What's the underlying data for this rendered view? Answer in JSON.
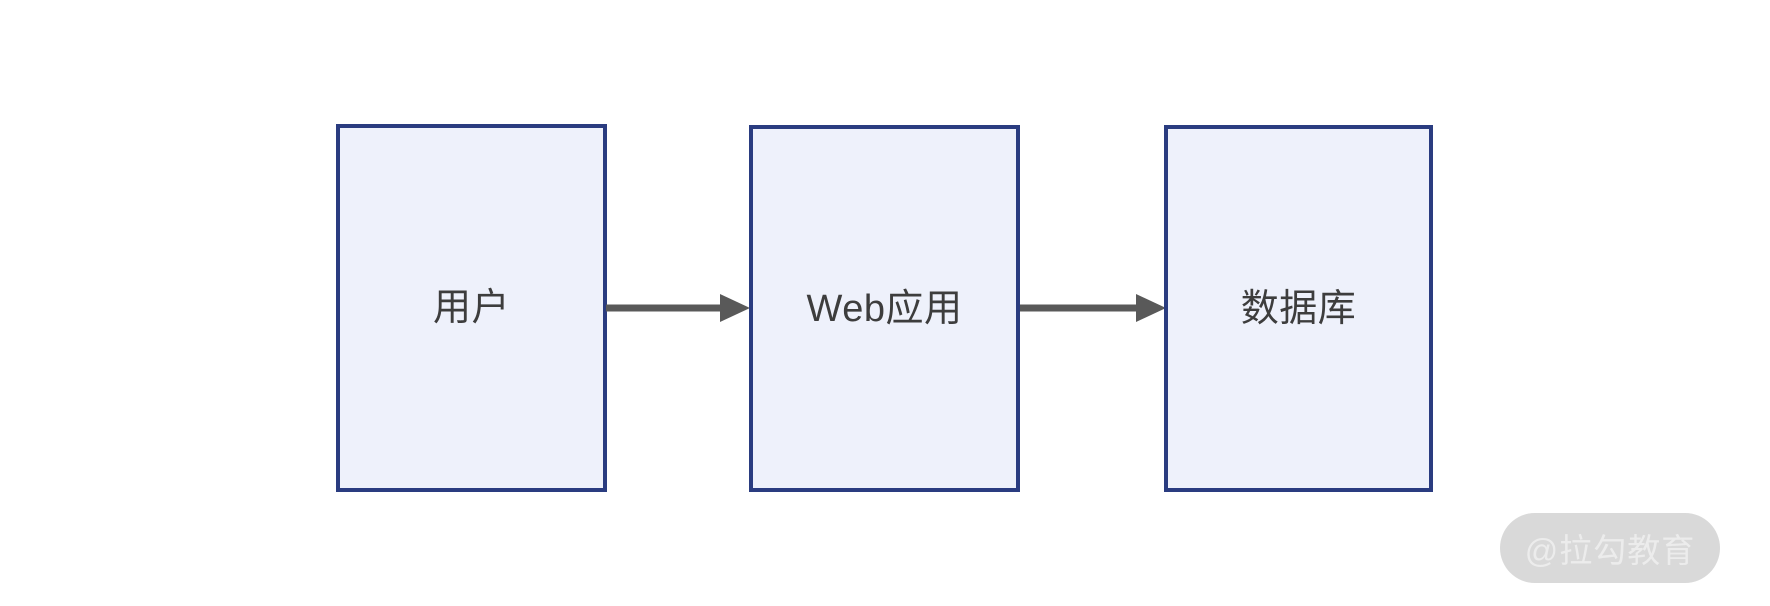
{
  "diagram": {
    "type": "flow",
    "background_color": "#ffffff",
    "node_fill_color": "#eef1fb",
    "node_border_color": "#2a3c80",
    "edge_color": "#595959",
    "label_color": "#3d3d3d",
    "nodes": [
      {
        "id": "user",
        "label": "用户"
      },
      {
        "id": "webapp",
        "label": "Web应用"
      },
      {
        "id": "db",
        "label": "数据库"
      }
    ],
    "edges": [
      {
        "id": "user-webapp",
        "from": "user",
        "to": "webapp",
        "label": "",
        "arrow": "single"
      },
      {
        "id": "webapp-db",
        "from": "webapp",
        "to": "db",
        "label": "",
        "arrow": "single"
      }
    ]
  },
  "watermark": {
    "text": "@拉勾教育",
    "background_color": "#d9d9d9",
    "text_color": "#ececec"
  }
}
